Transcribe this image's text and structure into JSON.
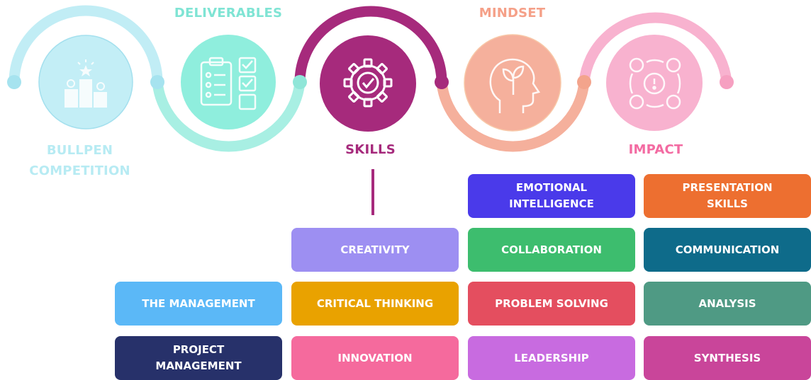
{
  "stages": [
    {
      "label": "BULLPEN\nCOMPETITION",
      "icon": "podium-icon",
      "color": "#b7ebf3"
    },
    {
      "label": "DELIVERABLES",
      "icon": "checklist-icon",
      "color": "#7fe4d4"
    },
    {
      "label": "SKILLS",
      "icon": "gear-check-icon",
      "color": "#a62a7c"
    },
    {
      "label": "MINDSET",
      "icon": "head-sprout-icon",
      "color": "#f5a088"
    },
    {
      "label": "IMPACT",
      "icon": "impact-cycle-icon",
      "color": "#f36ba2"
    }
  ],
  "skills": {
    "col1": [
      "THE MANAGEMENT",
      "PROJECT\nMANAGEMENT"
    ],
    "col2": [
      "CREATIVITY",
      "CRITICAL THINKING",
      "INNOVATION"
    ],
    "col3": [
      "EMOTIONAL\nINTELLIGENCE",
      "COLLABORATION",
      "PROBLEM SOLVING",
      "LEADERSHIP"
    ],
    "col4": [
      "PRESENTATION\nSKILLS",
      "COMMUNICATION",
      "ANALYSIS",
      "SYNTHESIS"
    ]
  },
  "colors": {
    "emotional_intelligence": "#4a3aea",
    "presentation_skills": "#ed6f30",
    "creativity": "#9d8ff2",
    "collaboration": "#3dbd6e",
    "communication": "#0e6b8a",
    "the_management": "#5bb8f7",
    "critical_thinking": "#e9a200",
    "problem_solving": "#e44e5f",
    "analysis": "#4f9a84",
    "project_management": "#27316a",
    "innovation": "#f56a9d",
    "leadership": "#c86be0",
    "synthesis": "#c9459a"
  }
}
